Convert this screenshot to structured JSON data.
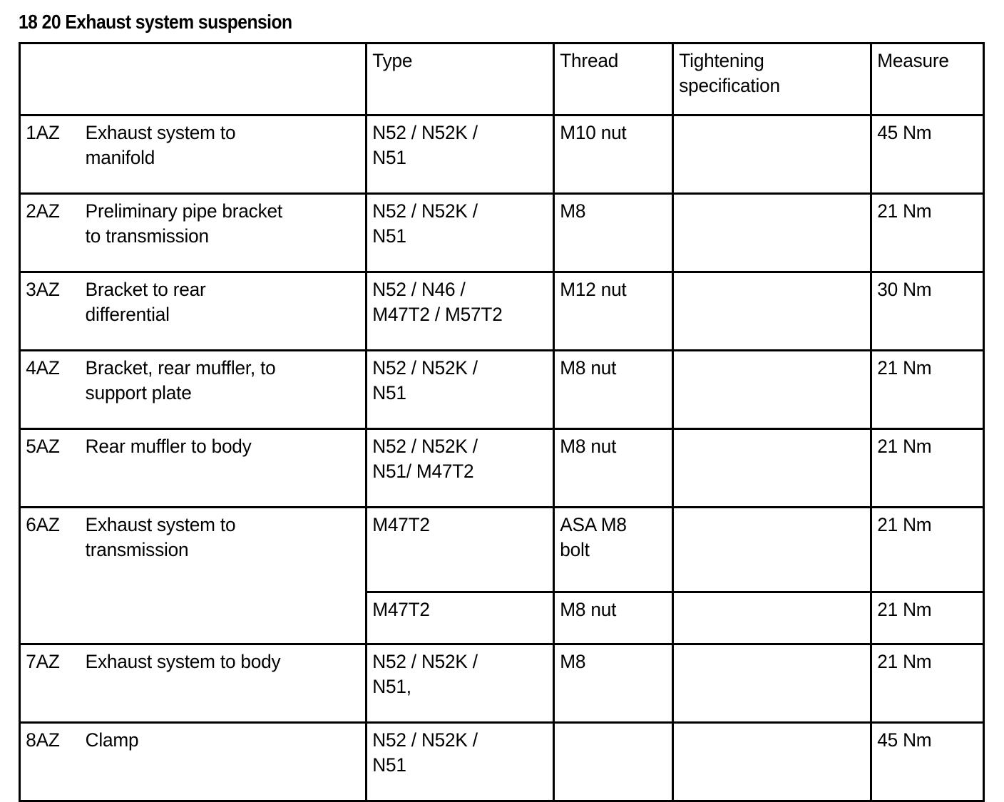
{
  "document": {
    "title": "18 20 Exhaust system suspension"
  },
  "table": {
    "headers": {
      "description": "",
      "type": "Type",
      "thread": "Thread",
      "tightening_specification": "Tightening\nspecification",
      "measure": "Measure"
    },
    "rows": [
      {
        "id": "1AZ",
        "description": "Exhaust system to\nmanifold",
        "type": "N52 / N52K /\nN51",
        "thread": "M10 nut",
        "tightening_specification": "",
        "measure": "45 Nm"
      },
      {
        "id": "2AZ",
        "description": "Preliminary pipe bracket\nto transmission",
        "type": "N52 / N52K /\nN51",
        "thread": "M8",
        "tightening_specification": "",
        "measure": "21 Nm"
      },
      {
        "id": "3AZ",
        "description": "Bracket to rear\ndifferential",
        "type": "N52 / N46 /\nM47T2 / M57T2",
        "thread": "M12 nut",
        "tightening_specification": "",
        "measure": "30 Nm"
      },
      {
        "id": "4AZ",
        "description": "Bracket, rear muffler, to\nsupport plate",
        "type": "N52 / N52K /\nN51",
        "thread": "M8 nut",
        "tightening_specification": "",
        "measure": "21 Nm"
      },
      {
        "id": "5AZ",
        "description": "Rear muffler to body",
        "type": "N52 / N52K /\nN51/ M47T2",
        "thread": "M8 nut",
        "tightening_specification": "",
        "measure": "21 Nm"
      },
      {
        "id": "6AZ",
        "description": "Exhaust system to\ntransmission",
        "type": "M47T2",
        "thread": "ASA M8\nbolt",
        "tightening_specification": "",
        "measure": "21 Nm"
      },
      {
        "id": "",
        "description": "",
        "type": "M47T2",
        "thread": "M8 nut",
        "tightening_specification": "",
        "measure": "21 Nm"
      },
      {
        "id": "7AZ",
        "description": "Exhaust system to body",
        "type": "N52 / N52K /\nN51,",
        "thread": "M8",
        "tightening_specification": "",
        "measure": "21 Nm"
      },
      {
        "id": "8AZ",
        "description": "Clamp",
        "type": "N52 / N52K /\nN51",
        "thread": "",
        "tightening_specification": "",
        "measure": "45 Nm"
      }
    ]
  },
  "colors": {
    "text": "#000000",
    "background": "#ffffff",
    "border": "#000000"
  }
}
